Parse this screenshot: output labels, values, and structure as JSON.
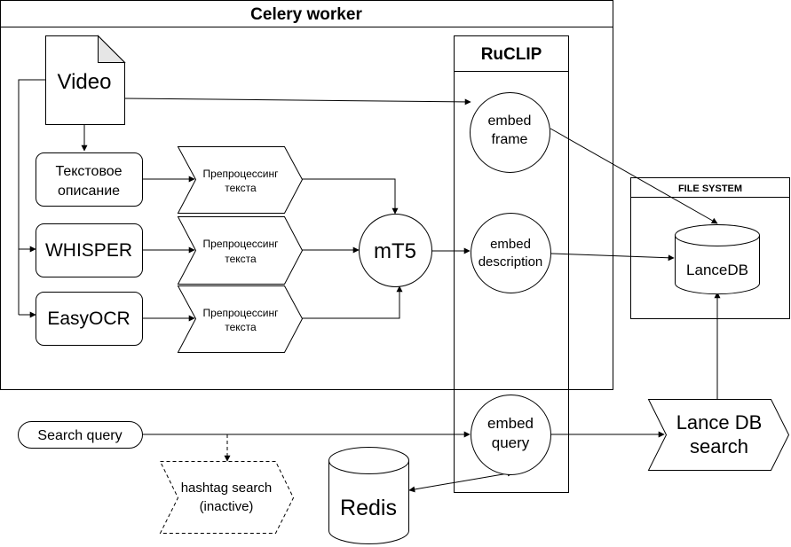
{
  "diagram": {
    "celery_worker": {
      "title": "Celery worker"
    },
    "ruclip": {
      "title": "RuCLIP",
      "embed_frame": [
        "embed",
        "frame"
      ],
      "embed_description": [
        "embed",
        "description"
      ],
      "embed_query": [
        "embed",
        "query"
      ]
    },
    "video": {
      "label": "Video"
    },
    "text_description": {
      "lines": [
        "Текстовое",
        "описание"
      ]
    },
    "whisper": {
      "label": "WHISPER"
    },
    "easyocr": {
      "label": "EasyOCR"
    },
    "preprocessing": {
      "lines": [
        "Препроцессинг",
        "текста"
      ]
    },
    "mt5": {
      "label": "mT5"
    },
    "file_system": {
      "title": "FILE SYSTEM"
    },
    "lancedb": {
      "label": "LanceDB"
    },
    "lance_db_search": {
      "lines": [
        "Lance DB",
        "search"
      ]
    },
    "search_query": {
      "label": "Search query"
    },
    "hashtag_search": {
      "lines": [
        "hashtag search",
        "(inactive)"
      ]
    },
    "redis": {
      "label": "Redis"
    }
  }
}
